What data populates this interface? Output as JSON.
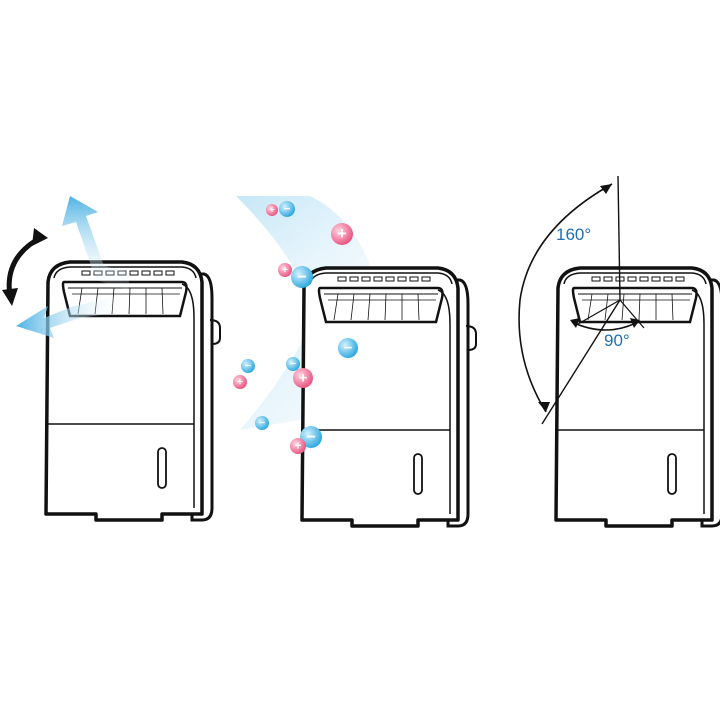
{
  "colors": {
    "outline": "#111111",
    "air_arrow": "#4fb3e3",
    "air_arrow_light": "#dff1fb",
    "plume": "#cfe9f7",
    "ion_positive": "#e8517e",
    "ion_negative": "#3fb3e6",
    "angle_text": "#1f6fb5",
    "rotate_arrow": "#111111"
  },
  "panels": [
    {
      "id": "swing-airflow",
      "feature": "air-swing"
    },
    {
      "id": "ion-release",
      "feature": "ion-cluster"
    },
    {
      "id": "louver-angles",
      "feature": "louver-angle"
    }
  ],
  "ions": {
    "positive_symbol": "+",
    "negative_symbol": "−"
  },
  "angles": {
    "vertical_label": "160°",
    "horizontal_label": "90°",
    "vertical_degrees": 160,
    "horizontal_degrees": 90
  },
  "icons": [
    "rotate-arrow-icon",
    "airflow-up-arrow-icon",
    "airflow-down-arrow-icon"
  ]
}
